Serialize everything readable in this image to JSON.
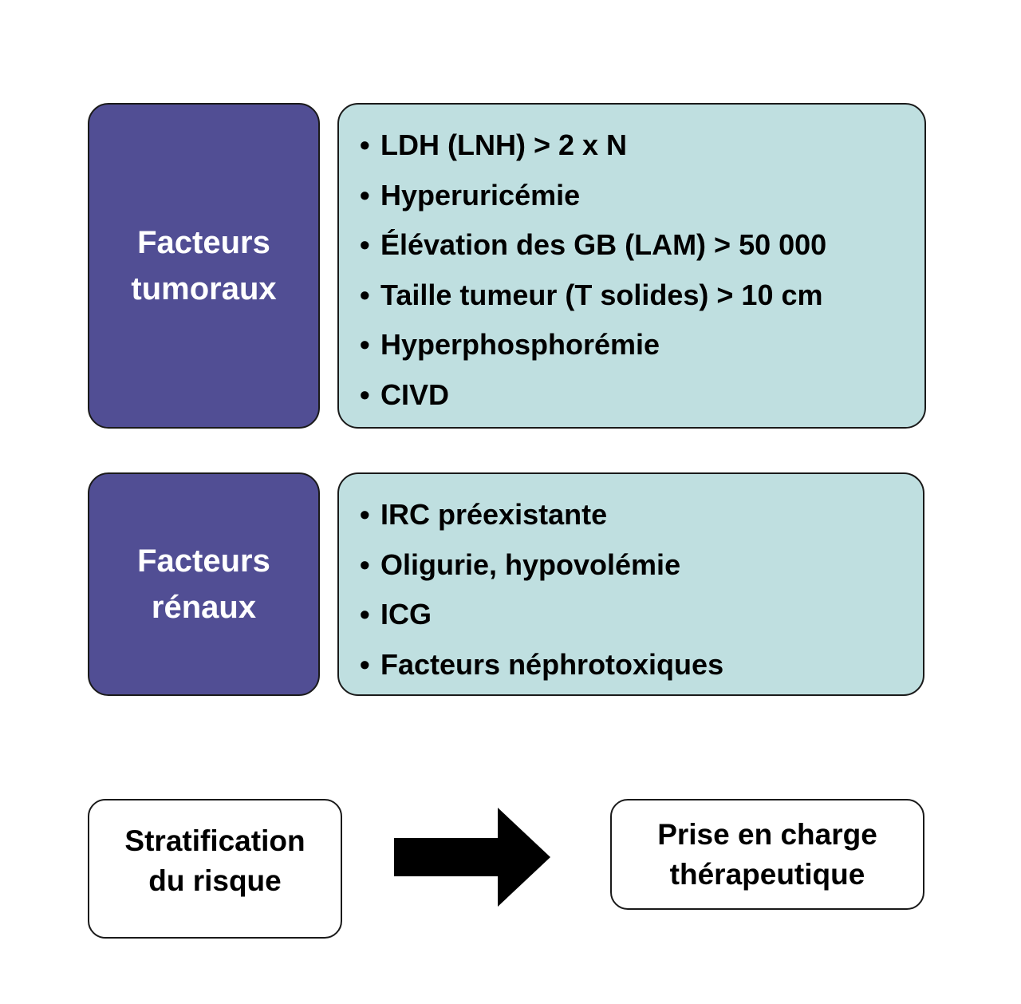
{
  "groups": [
    {
      "label_lines": [
        "Facteurs",
        "tumoraux"
      ],
      "items": [
        "LDH (LNH) > 2 x N",
        "Hyperuricémie",
        "Élévation des GB (LAM) > 50 000",
        "Taille tumeur (T solides) > 10 cm",
        "Hyperphosphorémie",
        "CIVD"
      ]
    },
    {
      "label_lines": [
        "Facteurs",
        "rénaux"
      ],
      "items": [
        "IRC préexistante",
        "Oligurie, hypovolémie",
        "ICG",
        "Facteurs néphrotoxiques"
      ]
    }
  ],
  "flow": {
    "from_lines": [
      "Stratification",
      "du risque"
    ],
    "to_lines": [
      "Prise en charge",
      "thérapeutique"
    ],
    "arrow_icon": "right-arrow-icon"
  },
  "bullet_glyph": "•",
  "colors": {
    "label_bg": "#514e94",
    "list_bg": "#bfdfe0",
    "border": "#1a1a1a"
  }
}
